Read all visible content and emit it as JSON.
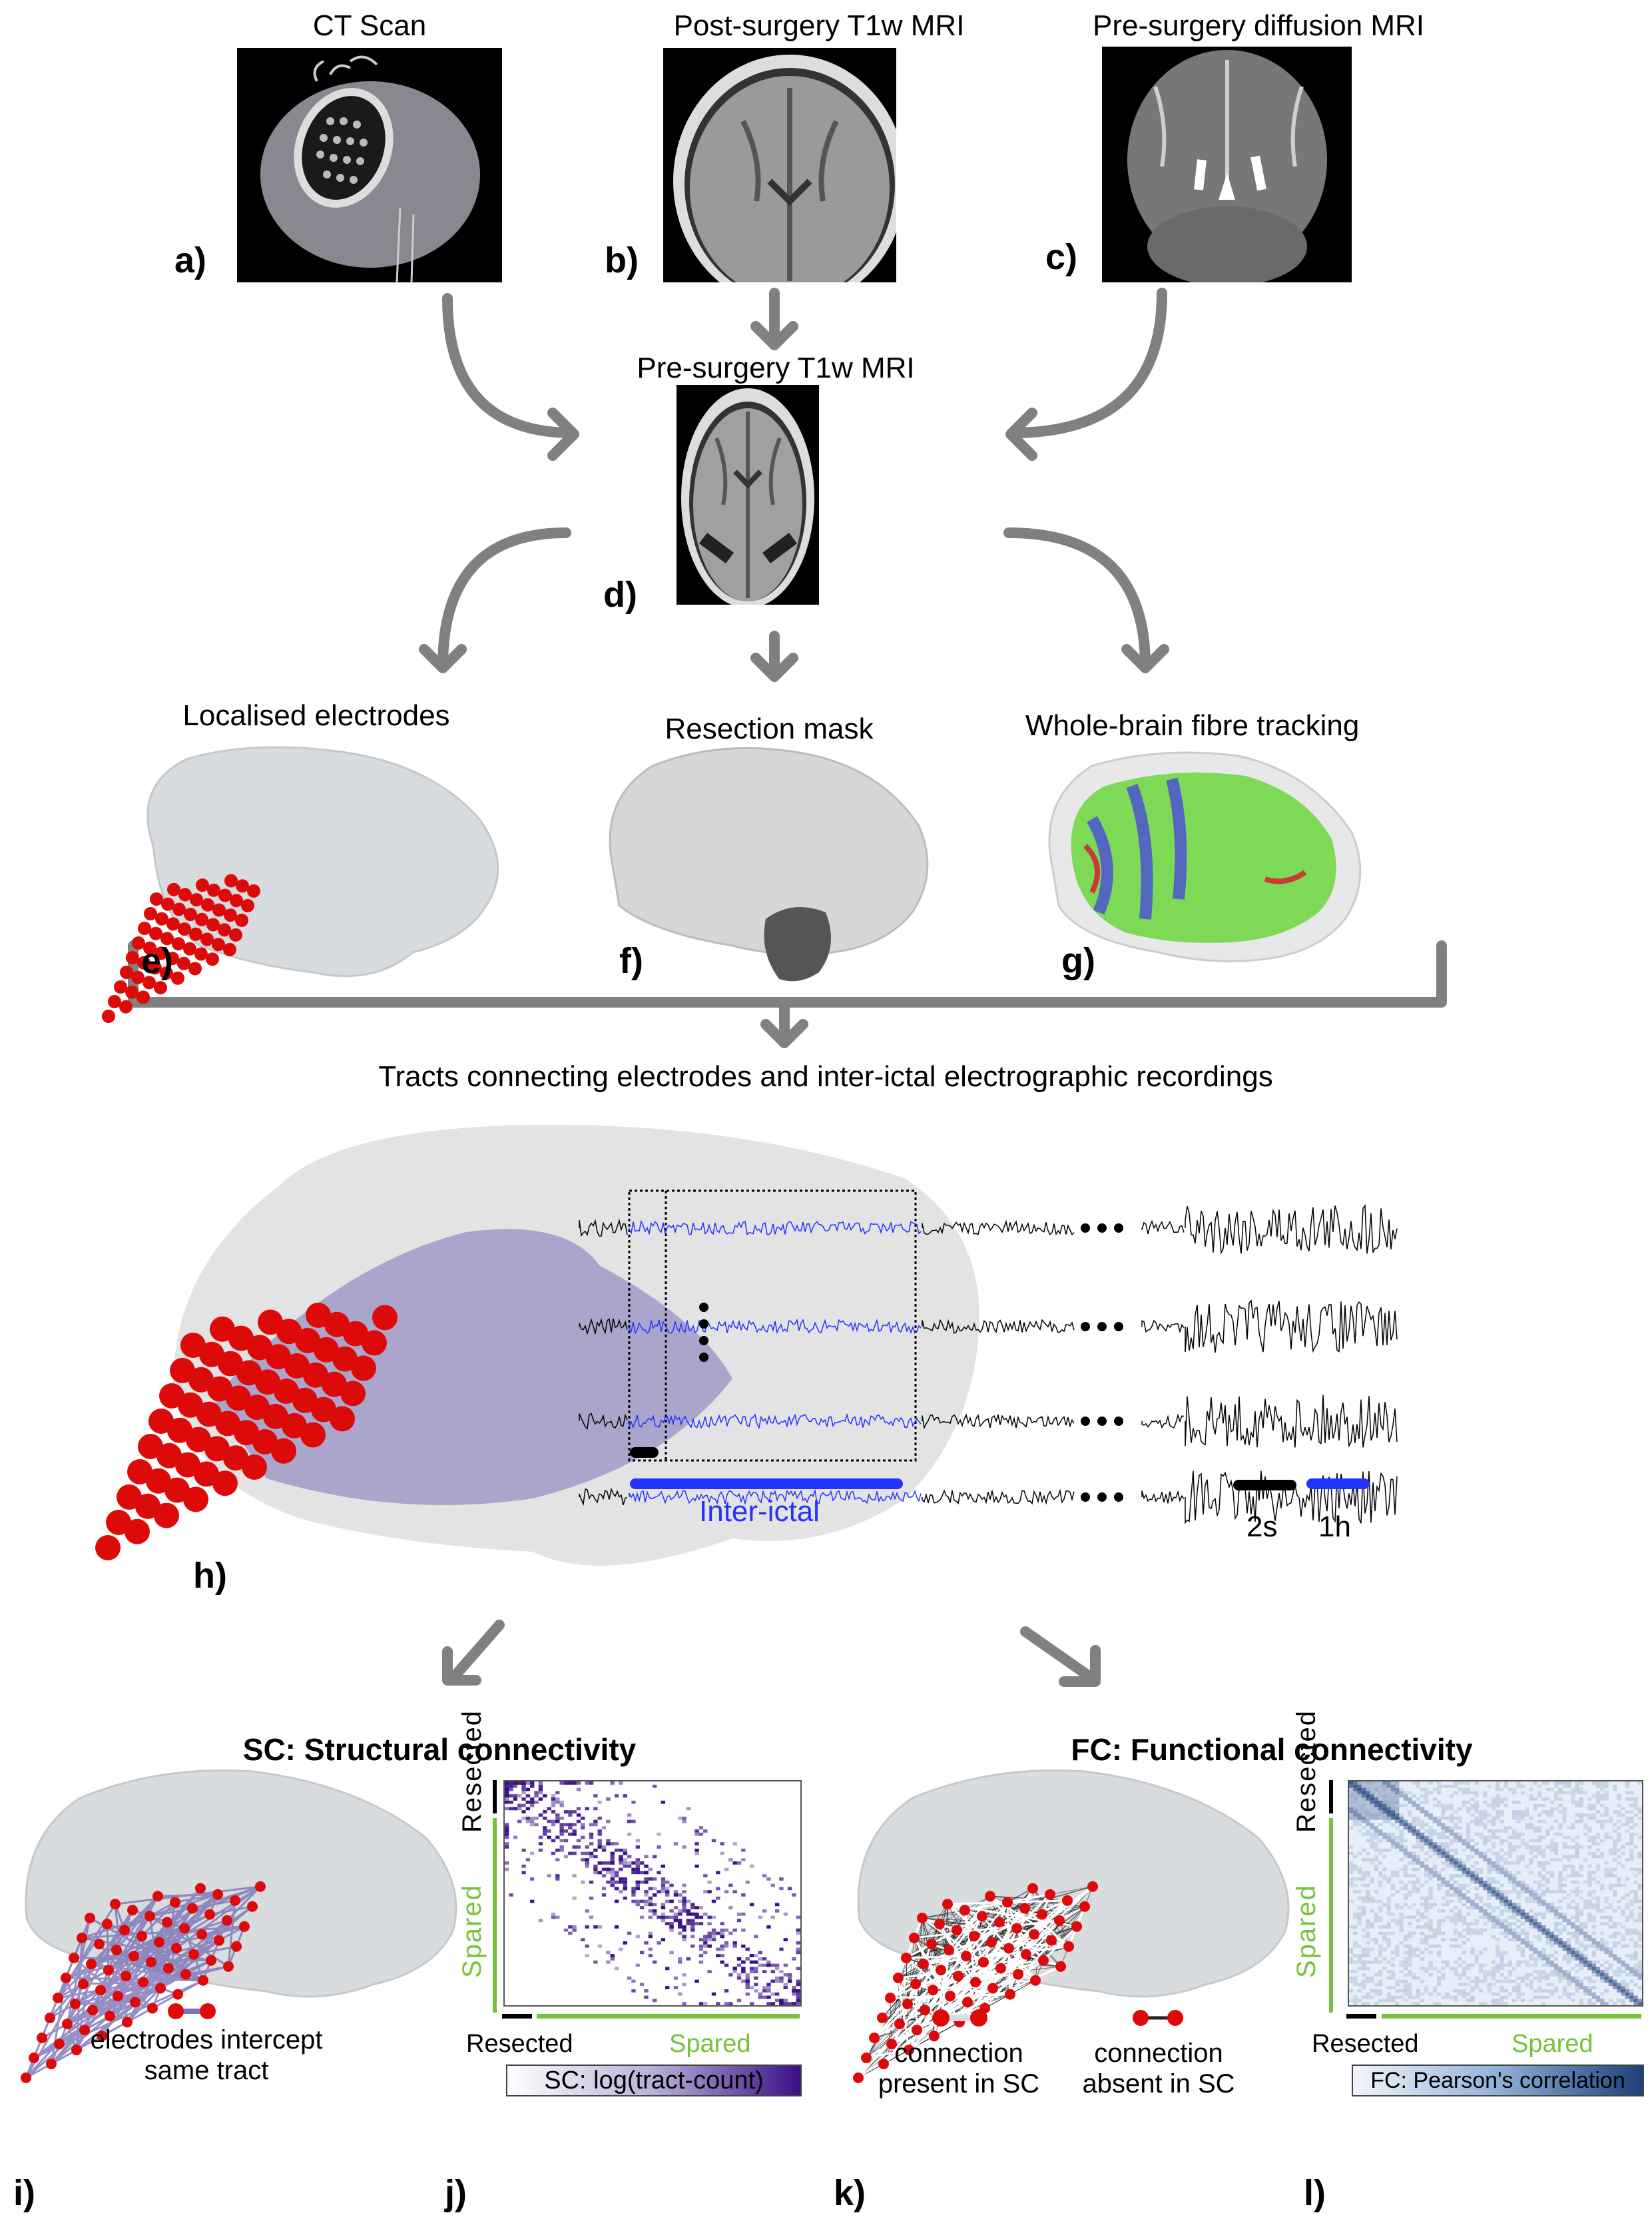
{
  "panels": {
    "a": {
      "label": "a)",
      "title": "CT Scan"
    },
    "b": {
      "label": "b)",
      "title": "Post-surgery T1w MRI"
    },
    "c": {
      "label": "c)",
      "title": "Pre-surgery diffusion MRI"
    },
    "d": {
      "label": "d)",
      "title": "Pre-surgery T1w MRI"
    },
    "e": {
      "label": "e)",
      "title": "Localised electrodes"
    },
    "f": {
      "label": "f)",
      "title": "Resection mask"
    },
    "g": {
      "label": "g)",
      "title": "Whole-brain fibre tracking"
    },
    "h": {
      "label": "h)",
      "title": "Tracts connecting electrodes and inter-ictal electrographic recordings",
      "interictal_label": "Inter-ictal",
      "scale_2s": "2s",
      "scale_1h": "1h",
      "channel_count_shown": 4
    },
    "i": {
      "label": "i)",
      "legend": [
        "electrodes intercept",
        "same tract"
      ]
    },
    "j": {
      "label": "j)",
      "y_resected": "Resected",
      "y_spared": "Spared",
      "x_resected": "Resected",
      "x_spared": "Spared",
      "colorbar": "SC: log(tract-count)"
    },
    "k": {
      "label": "k)",
      "legend_present": [
        "connection",
        "present in SC"
      ],
      "legend_absent": [
        "connection",
        "absent in SC"
      ]
    },
    "l": {
      "label": "l)",
      "y_resected": "Resected",
      "y_spared": "Spared",
      "x_resected": "Resected",
      "x_spared": "Spared",
      "colorbar": "FC: Pearson's correlation"
    }
  },
  "sections": {
    "sc_title": "SC: Structural connectivity",
    "fc_title": "FC: Functional connectivity"
  },
  "colors": {
    "arrow": "#808080",
    "electrode": "#dd0a0a",
    "tract": "#7b74b8",
    "interictal": "#2233ff",
    "spared": "#77c23a",
    "sc_max": "#3a0f86",
    "fc_max": "#1f3f7a"
  }
}
